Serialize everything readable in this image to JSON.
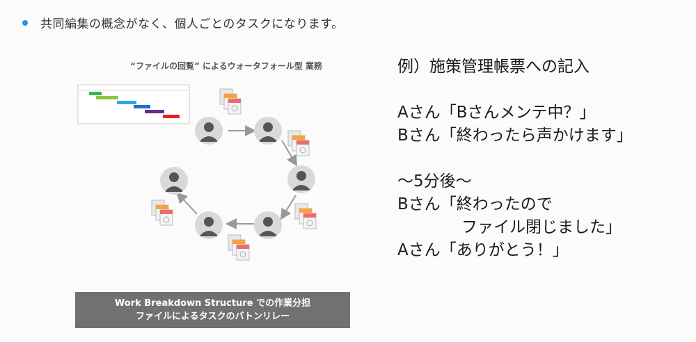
{
  "bullet": {
    "text": "共同編集の概念がなく、個人ごとのタスクになります。"
  },
  "figure": {
    "title": "“ファイルの回覧” によるウォータフォール型 業務",
    "caption_line1": "Work Breakdown Structure での作業分担",
    "caption_line2": "ファイルによるタスクのバトンリレー"
  },
  "example": {
    "heading": "例）施策管理帳票への記入",
    "dialog1_a": "Aさん「Bさんメンテ中？」",
    "dialog1_b": "Bさん「終わったら声かけます」",
    "later": "〜5分後〜",
    "dialog2_b1": "Bさん「終わったので",
    "dialog2_b2": "　　　　ファイル閉じました」",
    "dialog2_a": "Aさん「ありがとう！」"
  },
  "colors": {
    "bullet": "#2f8fd8",
    "caption_bg": "#717171",
    "gantt": [
      "#39b54a",
      "#8cc63f",
      "#29abe2",
      "#1e73be",
      "#662d91",
      "#ed1c24"
    ]
  }
}
